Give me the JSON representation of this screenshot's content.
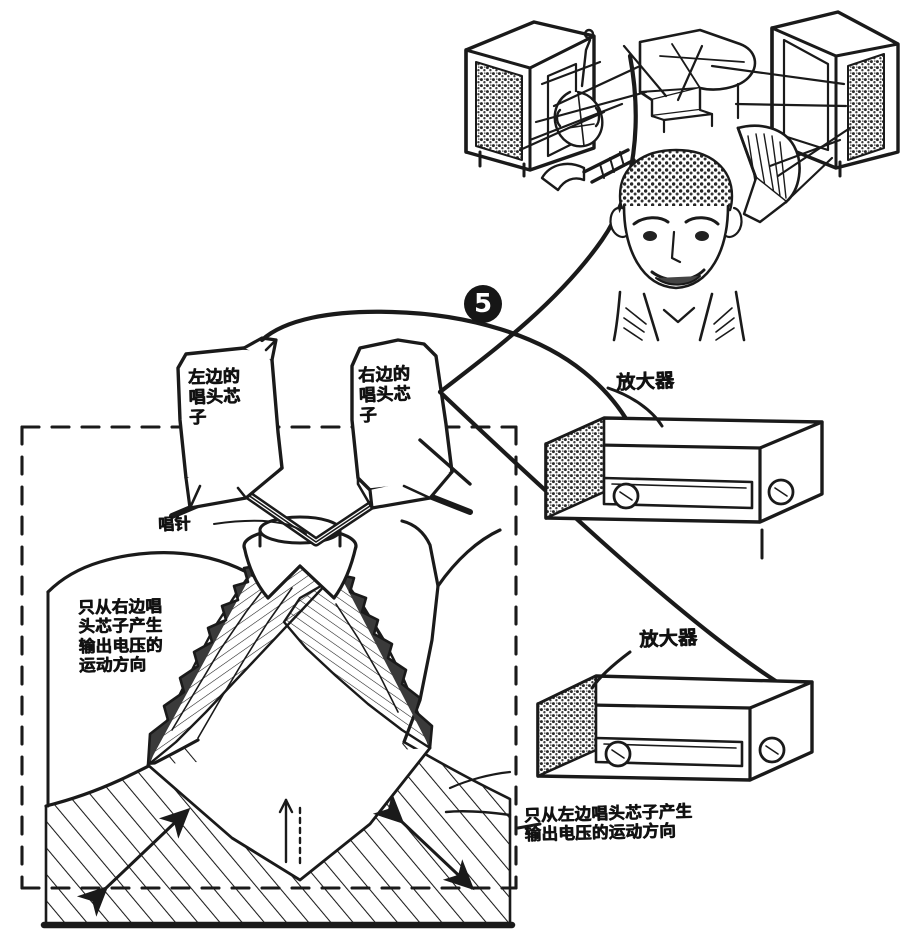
{
  "figure": {
    "number_badge": "5",
    "caption_language": "zh",
    "background_color": "#ffffff",
    "ink_color": "#1a1a1a"
  },
  "labels": {
    "cartridge_left": "左边的\n唱头芯\n子",
    "cartridge_right": "右边的\n唱头芯\n子",
    "stylus": "唱针",
    "amplifier_top": "放大器",
    "amplifier_bottom": "放大器",
    "note_left": "只从右边唱\n头芯子产生\n输出电压的\n运动方向",
    "note_right": "只从左边唱头芯子产生\n输出电压的运动方向"
  },
  "parts": {
    "speaker_left": "speaker-cabinet-left",
    "speaker_right": "speaker-cabinet-right",
    "listener": "listener-face",
    "instruments": [
      "violin",
      "trumpet",
      "grand-piano",
      "harp"
    ],
    "amplifier_top": "amplifier-unit-top",
    "amplifier_bottom": "amplifier-unit-bottom",
    "groove": "record-groove-v-section",
    "arrow_left_motion": "motion-arrow-left-channel",
    "arrow_right_motion": "motion-arrow-right-channel",
    "dashed_boundary": "detail-view-dashed-frame",
    "record_surface": "record-hatched-body",
    "baseline": "record-base-line"
  }
}
